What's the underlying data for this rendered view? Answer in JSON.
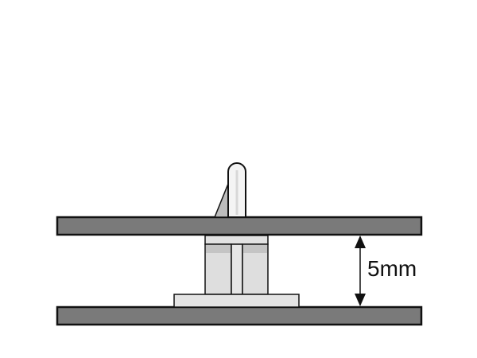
{
  "diagram": {
    "type": "pcb-spacer-cross-section",
    "dimension_label": "5mm",
    "colors": {
      "board": "#7a7a7a",
      "outline": "#111111",
      "spacer": "#e0e0e0",
      "spacer_shade": "#c8c8c8",
      "pin": "#f4f4f4",
      "wedge": "#bdbdbd"
    },
    "parts": [
      "top-board",
      "bottom-board",
      "spacer-body",
      "spacer-base",
      "locking-pin",
      "barb",
      "dimension-arrow"
    ]
  }
}
